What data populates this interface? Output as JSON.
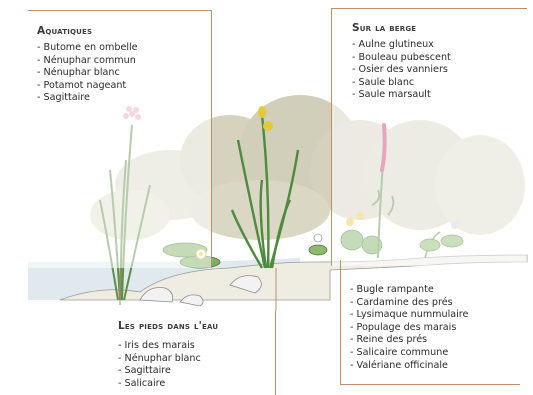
{
  "aquatiques": {
    "title": "Aquatiques",
    "items": [
      "Butome en ombelle",
      "Nénuphar commun",
      "Nénuphar blanc",
      "Potamot nageant",
      "Sagittaire"
    ]
  },
  "sur_la_berge": {
    "title": "Sur la berge",
    "items": [
      "Aulne glutineux",
      "Bouleau pubescent",
      "Osier des vanniers",
      "Saule blanc",
      "Saule marsault"
    ]
  },
  "pieds_dans_eau": {
    "title": "Les pieds dans l'eau",
    "items": [
      "Iris des marais",
      "Nénuphar blanc",
      "Sagittaire",
      "Salicaire"
    ]
  },
  "berge_basse": {
    "items": [
      "Bugle rampante",
      "Cardamine des prés",
      "Lysimaque nummulaire",
      "Populage des marais",
      "Reine des prés",
      "Salicaire commune",
      "Valériane officinale"
    ]
  },
  "colors": {
    "frame": "#b8906a",
    "water": "#dfe9ee",
    "trees": "#c9c6ae",
    "plant_green": "#6fa055",
    "salicaire": "#c23a6a",
    "flower_yellow": "#e2c93a"
  }
}
